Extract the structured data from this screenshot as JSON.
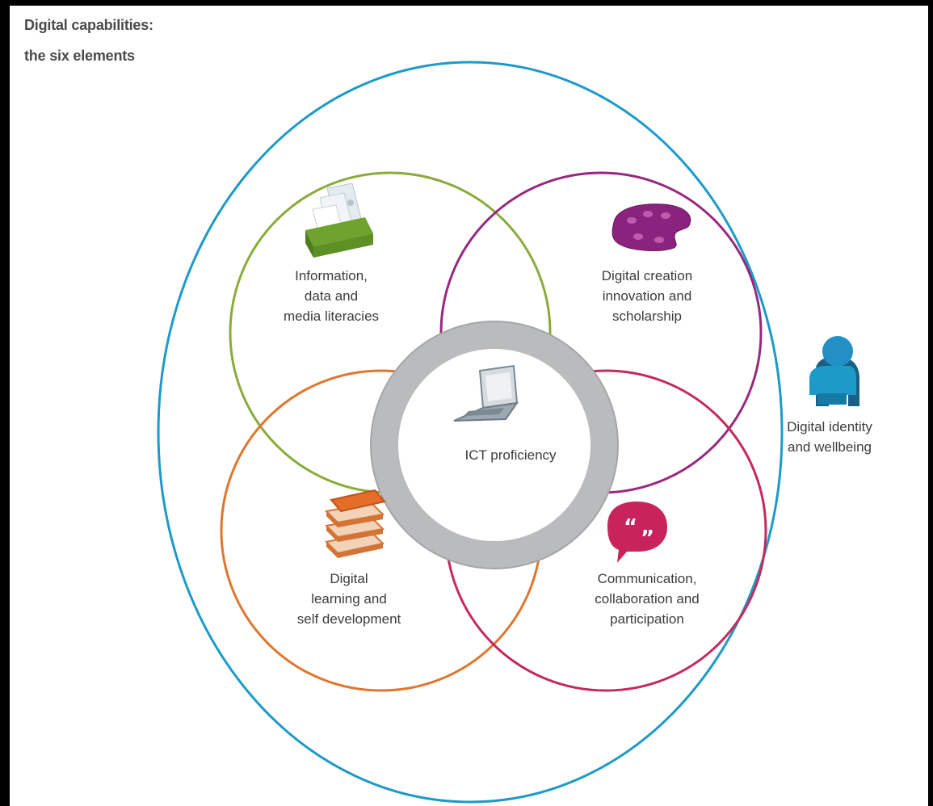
{
  "title": {
    "line1": "Digital capabilities:",
    "line2": "the six elements"
  },
  "elements": {
    "information": {
      "label": "Information,\ndata and\nmedia literacies",
      "color": "#8aab3a",
      "icon": "file-box-icon"
    },
    "creation": {
      "label": "Digital creation\ninnovation and\nscholarship",
      "color": "#97287f",
      "icon": "palette-icon"
    },
    "learning": {
      "label": "Digital\nlearning and\nself development",
      "color": "#e0762e",
      "icon": "books-icon"
    },
    "communication": {
      "label": "Communication,\ncollaboration and\nparticipation",
      "color": "#c42a5e",
      "icon": "speech-bubble-icon"
    },
    "ict": {
      "label": "ICT proficiency",
      "color": "#b9bbbd",
      "icon": "laptop-icon"
    },
    "identity": {
      "label": "Digital identity\nand wellbeing",
      "color": "#1d9ac8",
      "icon": "person-icon"
    }
  }
}
